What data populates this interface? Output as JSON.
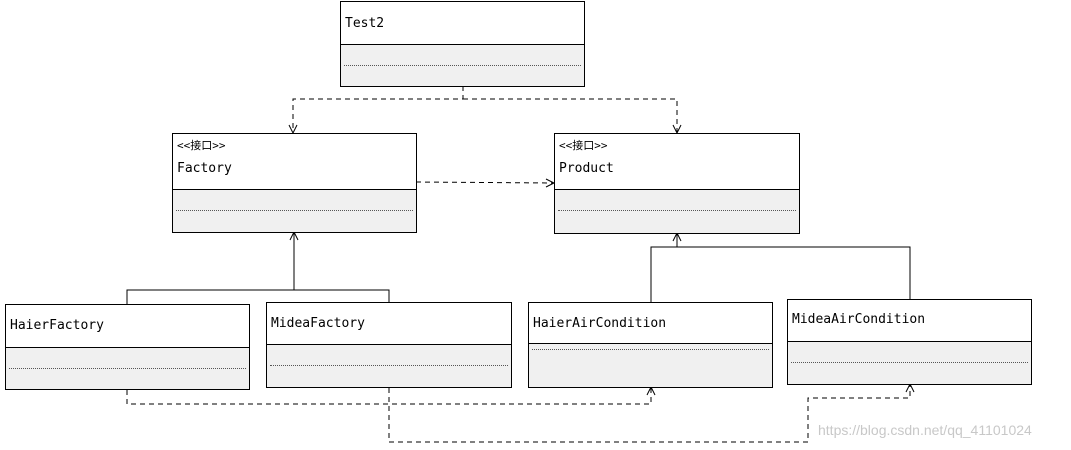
{
  "diagram": {
    "classes": [
      {
        "id": "test2",
        "stereotype": "",
        "name": "Test2"
      },
      {
        "id": "factory",
        "stereotype": "<<接口>>",
        "name": "Factory"
      },
      {
        "id": "product",
        "stereotype": "<<接口>>",
        "name": "Product"
      },
      {
        "id": "haier-factory",
        "stereotype": "",
        "name": "HaierFactory"
      },
      {
        "id": "midea-factory",
        "stereotype": "",
        "name": "MideaFactory"
      },
      {
        "id": "haier-air-condition",
        "stereotype": "",
        "name": "HaierAirCondition"
      },
      {
        "id": "midea-air-condition",
        "stereotype": "",
        "name": "MideaAirCondition"
      }
    ],
    "relations": [
      {
        "type": "dependency",
        "from": "Test2",
        "to": "Factory"
      },
      {
        "type": "dependency",
        "from": "Test2",
        "to": "Product"
      },
      {
        "type": "dependency",
        "from": "Factory",
        "to": "Product"
      },
      {
        "type": "realization",
        "from": "HaierFactory",
        "to": "Factory"
      },
      {
        "type": "realization",
        "from": "MideaFactory",
        "to": "Factory"
      },
      {
        "type": "realization",
        "from": "HaierAirCondition",
        "to": "Product"
      },
      {
        "type": "realization",
        "from": "MideaAirCondition",
        "to": "Product"
      },
      {
        "type": "dependency",
        "from": "HaierFactory",
        "to": "HaierAirCondition"
      },
      {
        "type": "dependency",
        "from": "MideaFactory",
        "to": "MideaAirCondition"
      }
    ]
  },
  "watermark": "https://blog.csdn.net/qq_41101024",
  "colors": {
    "line": "#000000",
    "box_border": "#000000",
    "compartment": "#f0f0f0",
    "watermark": "#c8c8c8"
  }
}
